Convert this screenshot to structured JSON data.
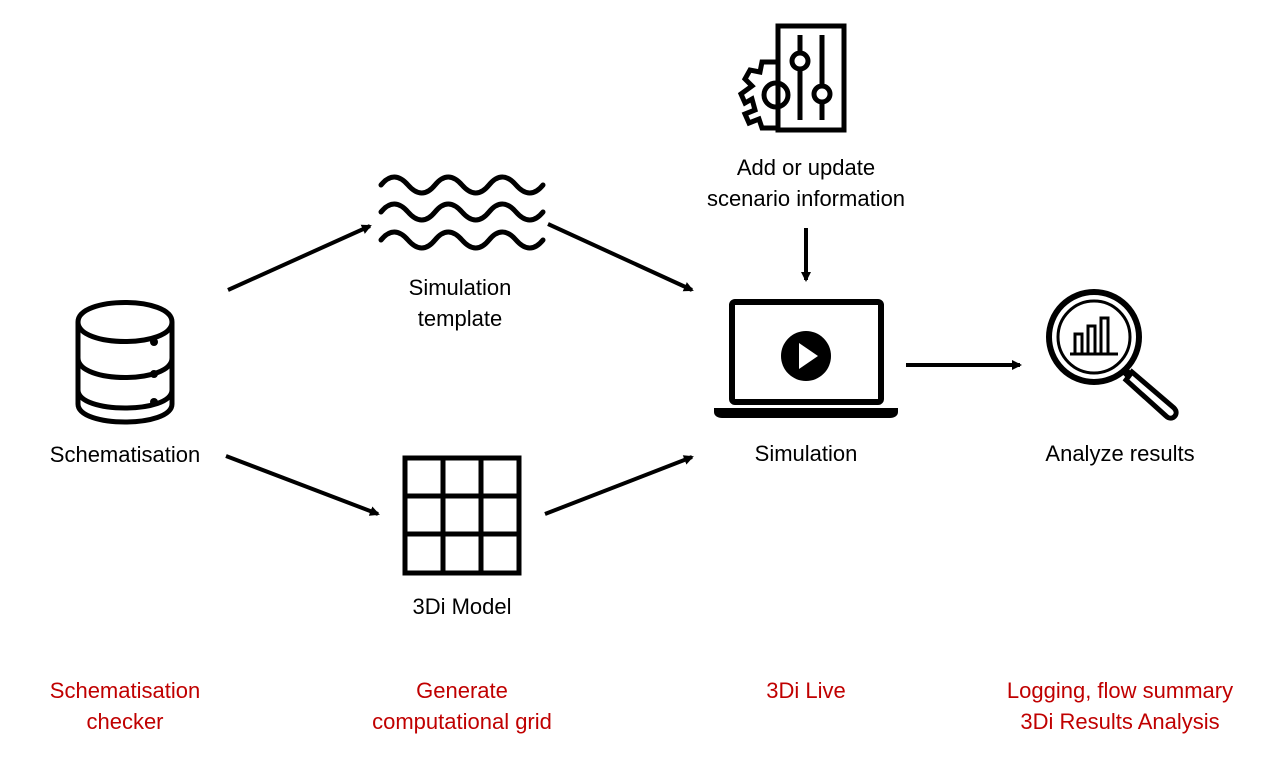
{
  "nodes": {
    "schematisation": {
      "label": "Schematisation",
      "icon": "database-icon"
    },
    "simulation_template": {
      "label_line1": "Simulation",
      "label_line2": "template",
      "icon": "waves-icon"
    },
    "model": {
      "label": "3Di Model",
      "icon": "grid-icon"
    },
    "scenario": {
      "label_line1": "Add or update",
      "label_line2": "scenario information",
      "icon": "settings-sliders-icon"
    },
    "simulation": {
      "label": "Simulation",
      "icon": "laptop-play-icon"
    },
    "analyze": {
      "label": "Analyze results",
      "icon": "magnifier-chart-icon"
    }
  },
  "tools": {
    "col1_line1": "Schematisation",
    "col1_line2": "checker",
    "col2_line1": "Generate",
    "col2_line2": "computational grid",
    "col3": "3Di Live",
    "col4_line1": "Logging, flow summary",
    "col4_line2": "3Di Results Analysis"
  },
  "colors": {
    "tool_text": "#c00000",
    "icon_stroke": "#000000"
  }
}
